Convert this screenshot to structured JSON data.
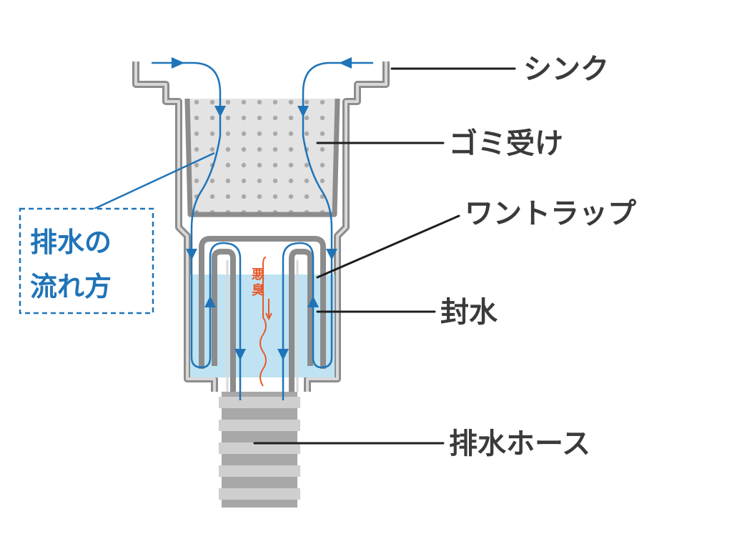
{
  "labels": {
    "sink": "シンク",
    "strainer": "ゴミ受け",
    "one_trap": "ワントラップ",
    "seal_water": "封水",
    "drain_hose": "排水ホース"
  },
  "flow_label": {
    "line1": "排水の",
    "line2": "流れ方"
  },
  "odor_label": {
    "line1": "悪",
    "line2": "臭"
  },
  "colors": {
    "flow_blue": "#1f74b8",
    "odor_orange": "#e8592a",
    "structure_gray": "#8c8c8c",
    "water": "#bfe3f2",
    "text": "#3a3a3a"
  }
}
